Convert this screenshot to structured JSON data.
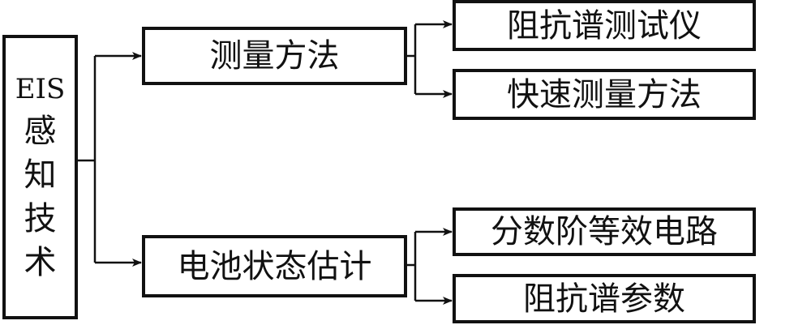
{
  "root": {
    "latin": "EIS",
    "chars": [
      "感",
      "知",
      "技",
      "术"
    ]
  },
  "branches": [
    {
      "label": "测量方法",
      "children": [
        "阻抗谱测试仪",
        "快速测量方法"
      ]
    },
    {
      "label": "电池状态估计",
      "children": [
        "分数阶等效电路",
        "阻抗谱参数"
      ]
    }
  ]
}
